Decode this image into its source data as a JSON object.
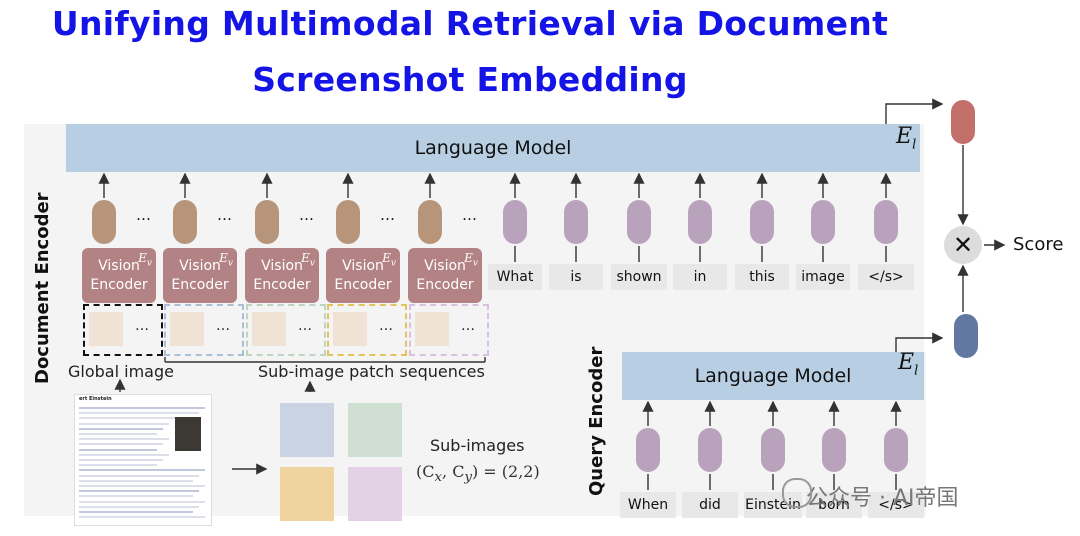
{
  "title": {
    "line1": "Unifying Multimodal Retrieval via Document",
    "line2": "Screenshot Embedding"
  },
  "document_encoder": {
    "label": "Document Encoder",
    "lm_label": "Language Model",
    "el_symbol": "E",
    "el_sub": "l",
    "vision_encoder_label": "Vision Encoder",
    "ev_symbol": "E",
    "ev_sub": "v",
    "ellipsis": "…",
    "tokens": [
      "What",
      "is",
      "shown",
      "in",
      "this",
      "image",
      "</s>"
    ],
    "global_image_caption": "Global image",
    "subimage_caption": "Sub-image patch sequences",
    "subimages_label": "Sub-images",
    "subimages_formula_lhs": "(C",
    "subimages_formula_x": "x",
    "subimages_formula_mid": ", C",
    "subimages_formula_y": "y",
    "subimages_formula_rhs": ") = (2,2)",
    "doc_title": "ert Einstein"
  },
  "query_encoder": {
    "label": "Query Encoder",
    "lm_label": "Language Model",
    "el_symbol": "E",
    "el_sub": "l",
    "tokens": [
      "When",
      "did",
      "Einstein",
      "born",
      "</s>"
    ]
  },
  "score": {
    "operator": "✕",
    "label": "Score"
  },
  "watermark": "公众号 · AI帝国",
  "colors": {
    "title": "#1414e6",
    "lm_bar": "#b7cee3",
    "vision_encoder": "#b28284",
    "brown_token": "#b6957a",
    "purple_token": "#b9a2bb",
    "doc_embedding": "#c3706a",
    "query_embedding": "#6278a3",
    "subimage_blue": "#c9d3e3",
    "subimage_green": "#cfe0d2",
    "subimage_yellow": "#efd4a0",
    "subimage_purple": "#e3d1e6"
  }
}
